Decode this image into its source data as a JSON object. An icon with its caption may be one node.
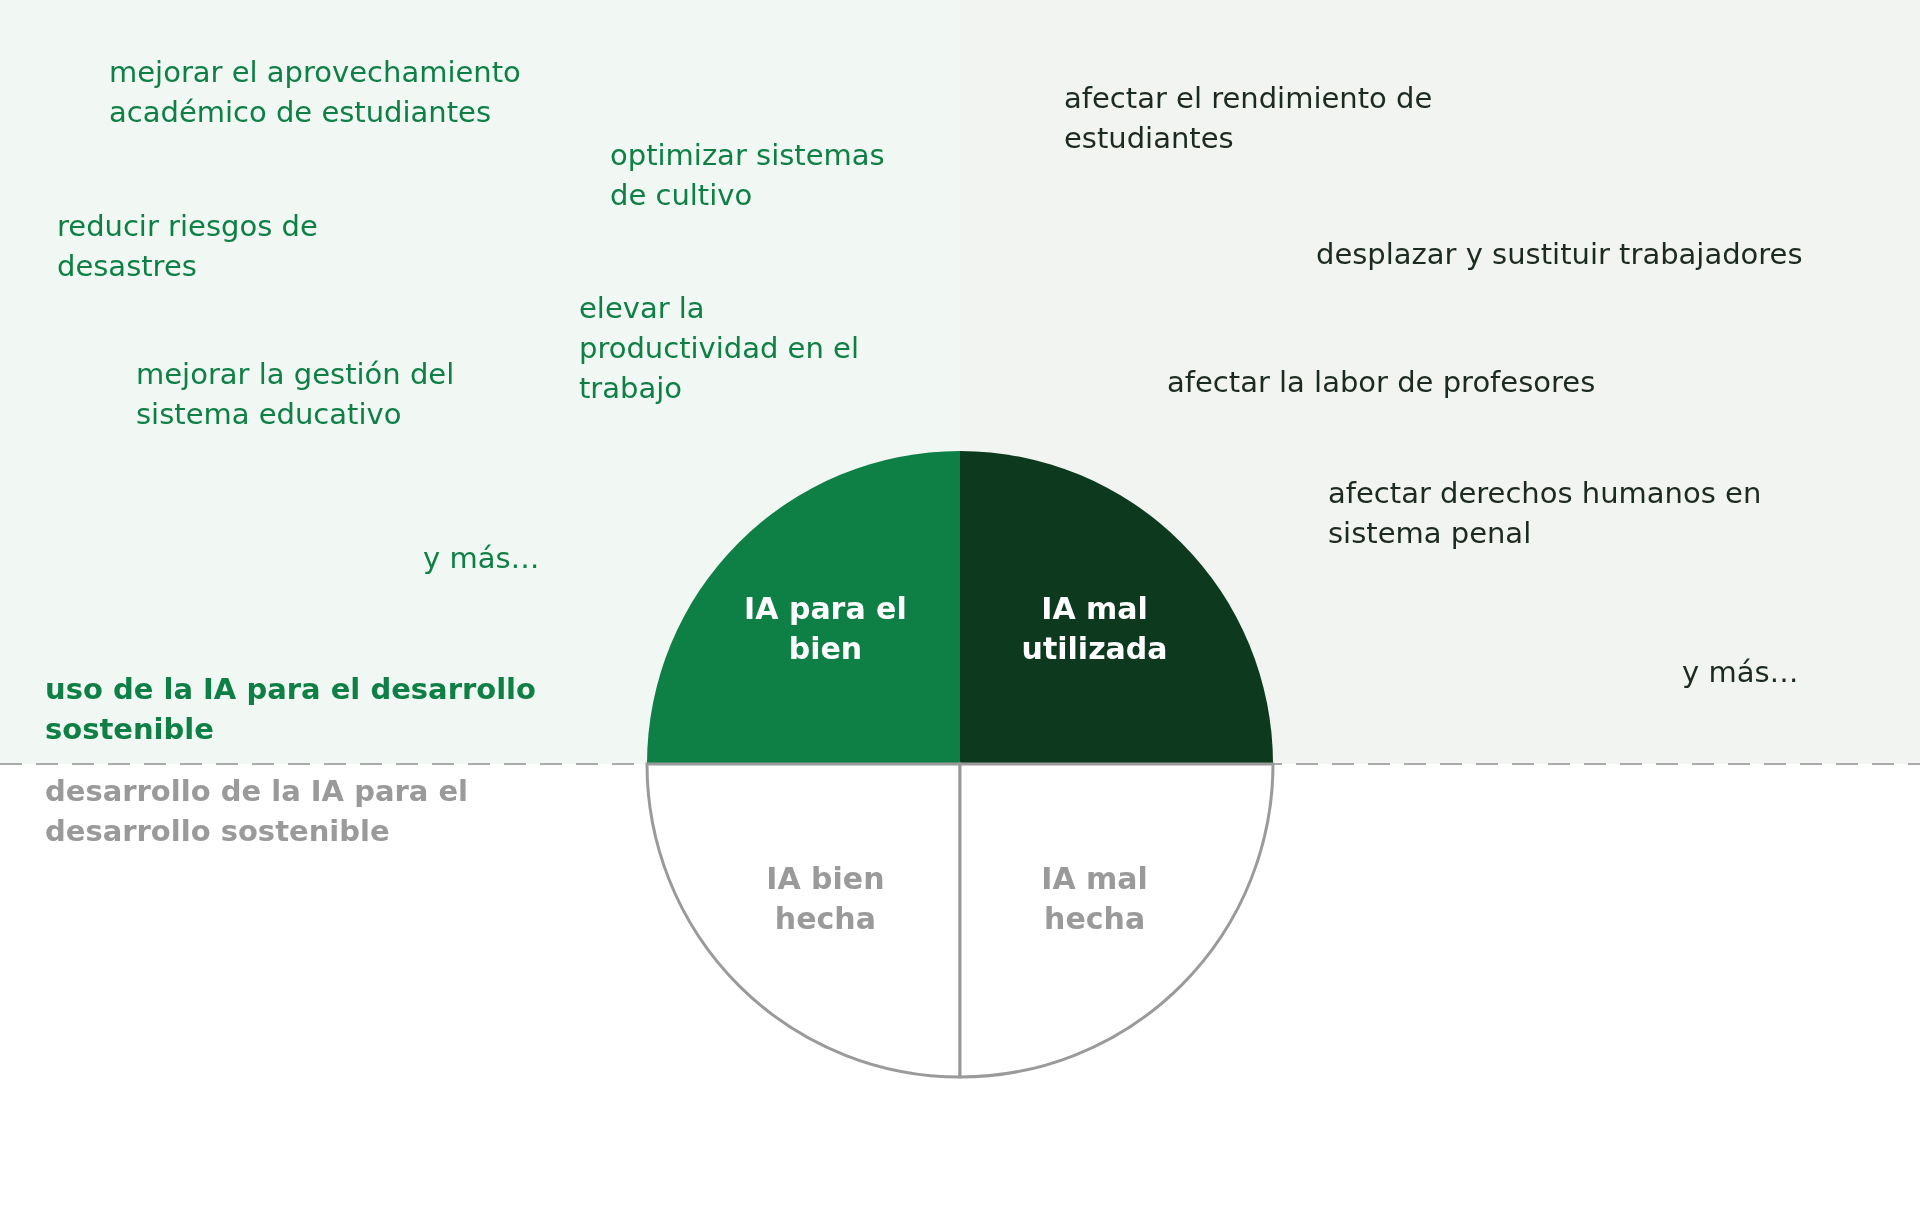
{
  "diagram": {
    "nodes": [
      {
        "text": [
          "IA para el bien"
        ]
      },
      {
        "text": [
          "IA mal utilizada"
        ]
      },
      {
        "text": [
          "IA bien hecha"
        ]
      },
      {
        "text": [
          "IA mal hecha"
        ]
      }
    ],
    "edges": [],
    "labels": [
      "mejorar el aprovechamiento académico de estudiantes",
      "afectar el rendimiento de estudiantes",
      "optimizar sistemas de cultivo",
      "reducir riesgos de desastres",
      "desplazar y sustituir trabajadores",
      "elevar la productividad en el trabajo",
      "mejorar la gestión del sistema educativo",
      "afectar la labor de profesores",
      "afectar derechos humanos en sistema penal",
      "y más…",
      "y más…",
      "uso de la IA para el desarrollo sostenible",
      "desarrollo de la IA para el desarrollo sostenible"
    ]
  }
}
